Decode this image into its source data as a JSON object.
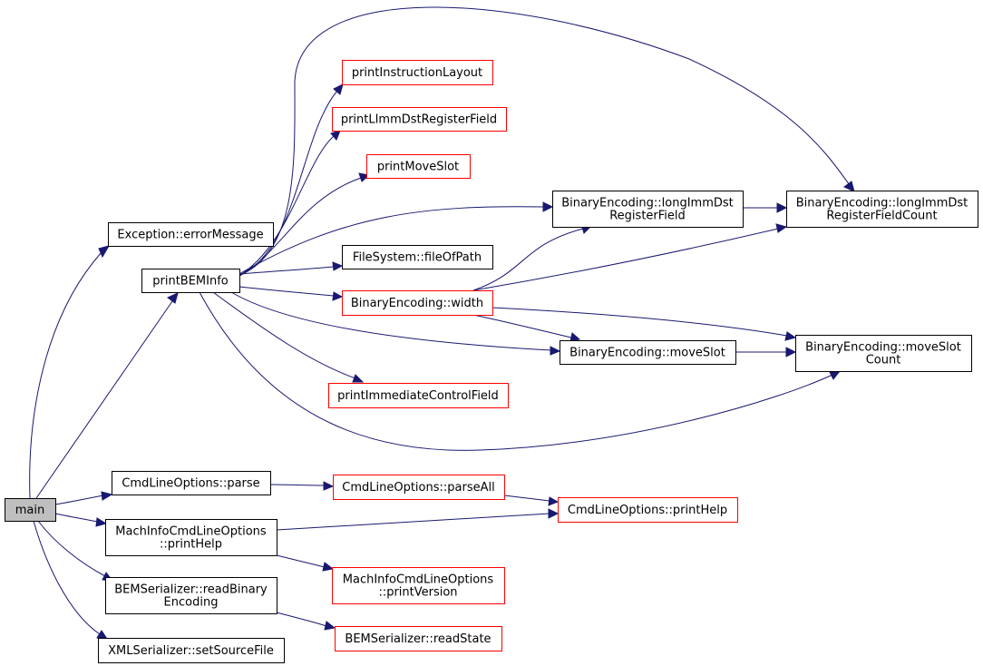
{
  "colors": {
    "edge": "#191970",
    "root_fill": "#bfbfbf",
    "node_fill": "#ffffff",
    "border_black": "#000000",
    "border_red": "#ff0000"
  },
  "nodes": {
    "main": {
      "label": [
        "main"
      ],
      "style": "root"
    },
    "exception_error_message": {
      "label": [
        "Exception::errorMessage"
      ],
      "style": "black"
    },
    "print_bem_info": {
      "label": [
        "printBEMInfo"
      ],
      "style": "black"
    },
    "print_instruction_layout": {
      "label": [
        "printInstructionLayout"
      ],
      "style": "red"
    },
    "print_limm_dst_register_field": {
      "label": [
        "printLImmDstRegisterField"
      ],
      "style": "red"
    },
    "print_move_slot": {
      "label": [
        "printMoveSlot"
      ],
      "style": "red"
    },
    "long_imm_dst_register_field": {
      "label": [
        "BinaryEncoding::longImmDst",
        "RegisterField"
      ],
      "style": "black"
    },
    "long_imm_dst_register_field_count": {
      "label": [
        "BinaryEncoding::longImmDst",
        "RegisterFieldCount"
      ],
      "style": "black"
    },
    "file_of_path": {
      "label": [
        "FileSystem::fileOfPath"
      ],
      "style": "black"
    },
    "binary_encoding_width": {
      "label": [
        "BinaryEncoding::width"
      ],
      "style": "red"
    },
    "binary_encoding_move_slot": {
      "label": [
        "BinaryEncoding::moveSlot"
      ],
      "style": "black"
    },
    "binary_encoding_move_slot_count": {
      "label": [
        "BinaryEncoding::moveSlot",
        "Count"
      ],
      "style": "black"
    },
    "print_immediate_control_field": {
      "label": [
        "printImmediateControlField"
      ],
      "style": "red"
    },
    "cmd_line_options_parse": {
      "label": [
        "CmdLineOptions::parse"
      ],
      "style": "black"
    },
    "cmd_line_options_parse_all": {
      "label": [
        "CmdLineOptions::parseAll"
      ],
      "style": "red"
    },
    "cmd_line_options_print_help": {
      "label": [
        "CmdLineOptions::printHelp"
      ],
      "style": "red"
    },
    "mach_info_print_help": {
      "label": [
        "MachInfoCmdLineOptions",
        "::printHelp"
      ],
      "style": "black"
    },
    "mach_info_print_version": {
      "label": [
        "MachInfoCmdLineOptions",
        "::printVersion"
      ],
      "style": "red"
    },
    "bem_serializer_read_binary_encoding": {
      "label": [
        "BEMSerializer::readBinary",
        "Encoding"
      ],
      "style": "black"
    },
    "bem_serializer_read_state": {
      "label": [
        "BEMSerializer::readState"
      ],
      "style": "red"
    },
    "xml_serializer_set_source_file": {
      "label": [
        "XMLSerializer::setSourceFile"
      ],
      "style": "black"
    }
  },
  "edges": [
    [
      "main",
      "exception_error_message"
    ],
    [
      "main",
      "print_bem_info"
    ],
    [
      "main",
      "cmd_line_options_parse"
    ],
    [
      "main",
      "mach_info_print_help"
    ],
    [
      "main",
      "bem_serializer_read_binary_encoding"
    ],
    [
      "main",
      "xml_serializer_set_source_file"
    ],
    [
      "print_bem_info",
      "print_instruction_layout"
    ],
    [
      "print_bem_info",
      "print_limm_dst_register_field"
    ],
    [
      "print_bem_info",
      "print_move_slot"
    ],
    [
      "print_bem_info",
      "long_imm_dst_register_field"
    ],
    [
      "print_bem_info",
      "long_imm_dst_register_field_count"
    ],
    [
      "print_bem_info",
      "file_of_path"
    ],
    [
      "print_bem_info",
      "binary_encoding_width"
    ],
    [
      "print_bem_info",
      "binary_encoding_move_slot"
    ],
    [
      "print_bem_info",
      "binary_encoding_move_slot_count"
    ],
    [
      "print_bem_info",
      "print_immediate_control_field"
    ],
    [
      "long_imm_dst_register_field",
      "long_imm_dst_register_field_count"
    ],
    [
      "binary_encoding_width",
      "long_imm_dst_register_field"
    ],
    [
      "binary_encoding_width",
      "long_imm_dst_register_field_count"
    ],
    [
      "binary_encoding_width",
      "binary_encoding_move_slot"
    ],
    [
      "binary_encoding_width",
      "binary_encoding_move_slot_count"
    ],
    [
      "binary_encoding_move_slot",
      "binary_encoding_move_slot_count"
    ],
    [
      "cmd_line_options_parse",
      "cmd_line_options_parse_all"
    ],
    [
      "cmd_line_options_parse_all",
      "cmd_line_options_print_help"
    ],
    [
      "mach_info_print_help",
      "cmd_line_options_print_help"
    ],
    [
      "mach_info_print_help",
      "mach_info_print_version"
    ],
    [
      "bem_serializer_read_binary_encoding",
      "bem_serializer_read_state"
    ]
  ]
}
